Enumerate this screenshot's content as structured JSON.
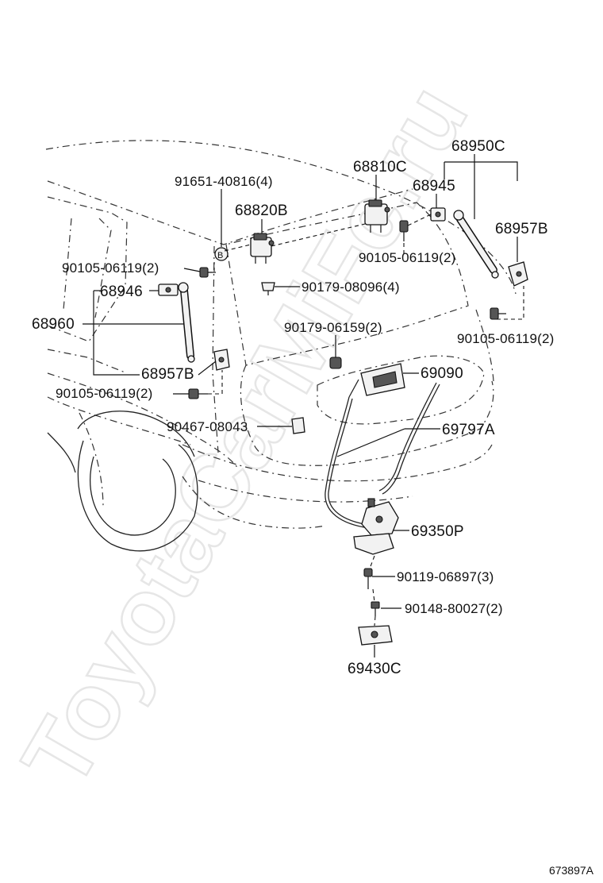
{
  "watermark": "ToyotaCarMiFc.ru",
  "diagram_code": "673897A",
  "labels": {
    "p68950C": "68950C",
    "p68810C": "68810C",
    "p91651": "91651-40816(4)",
    "p68945": "68945",
    "p68820B": "68820B",
    "p68957B_right": "68957B",
    "p90105_a": "90105-06119(2)",
    "p90105_b": "90105-06119(2)",
    "p90179_08096": "90179-08096(4)",
    "p68946": "68946",
    "p68960": "68960",
    "p90179_06159": "90179-06159(2)",
    "p90105_c": "90105-06119(2)",
    "p68957B_left": "68957B",
    "p69090": "69090",
    "p90105_d": "90105-06119(2)",
    "p90467": "90467-08043",
    "p69797A": "69797A",
    "p69350P": "69350P",
    "p90119": "90119-06897(3)",
    "p90148": "90148-80027(2)",
    "p69430C": "69430C",
    "marker_b": "B"
  }
}
